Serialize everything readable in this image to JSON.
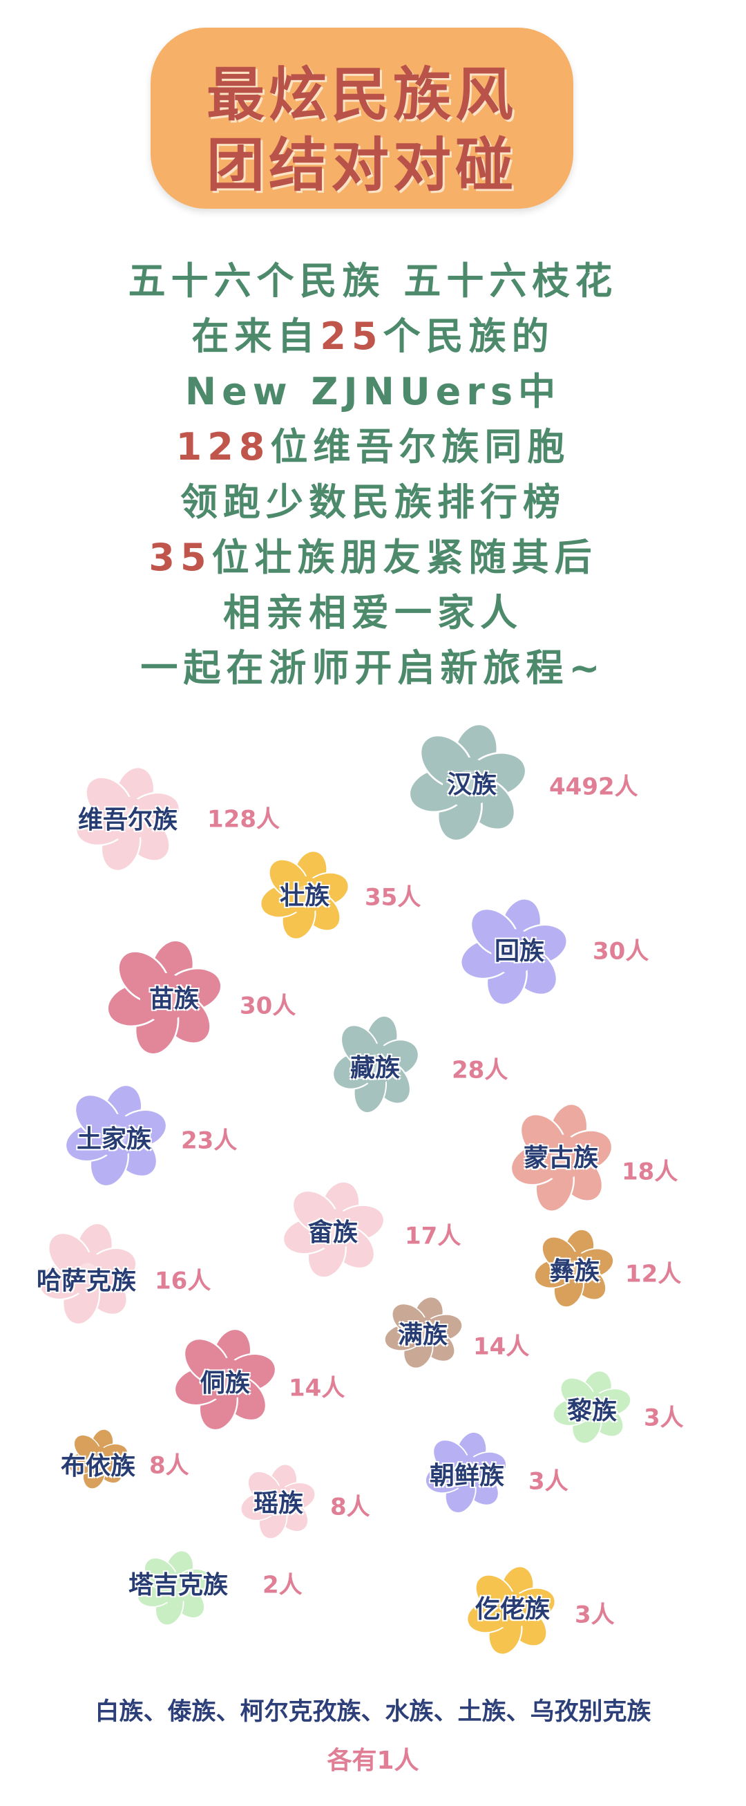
{
  "title": {
    "line1": "最炫民族风",
    "line2": "团结对对碰"
  },
  "intro": {
    "line1": "五十六个民族 五十六枝花",
    "line2_pre": "在来自",
    "line2_num": "25",
    "line2_post": "个民族的",
    "line3": "New ZJNUers中",
    "line4_num": "128",
    "line4_post": "位维吾尔族同胞",
    "line5": "领跑少数民族排行榜",
    "line6_num": "35",
    "line6_post": "位壮族朋友紧随其后",
    "line7": "相亲相爱一家人",
    "line8": "一起在浙师开启新旅程~"
  },
  "groups": [
    {
      "name": "汉族",
      "count": "4492人",
      "color": "#a6c2be"
    },
    {
      "name": "维吾尔族",
      "count": "128人",
      "color": "#f8d3d9"
    },
    {
      "name": "壮族",
      "count": "35人",
      "color": "#f6c34e"
    },
    {
      "name": "回族",
      "count": "30人",
      "color": "#b7b1f3"
    },
    {
      "name": "苗族",
      "count": "30人",
      "color": "#e2879a"
    },
    {
      "name": "藏族",
      "count": "28人",
      "color": "#a6c2be"
    },
    {
      "name": "土家族",
      "count": "23人",
      "color": "#b7b1f3"
    },
    {
      "name": "蒙古族",
      "count": "18人",
      "color": "#eca99f"
    },
    {
      "name": "畲族",
      "count": "17人",
      "color": "#f8d3d9"
    },
    {
      "name": "哈萨克族",
      "count": "16人",
      "color": "#f8d3d9"
    },
    {
      "name": "彝族",
      "count": "12人",
      "color": "#d9a05c"
    },
    {
      "name": "满族",
      "count": "14人",
      "color": "#c9a996"
    },
    {
      "name": "侗族",
      "count": "14人",
      "color": "#e2879a"
    },
    {
      "name": "黎族",
      "count": "3人",
      "color": "#c9eec3"
    },
    {
      "name": "布依族",
      "count": "8人",
      "color": "#d9a05c"
    },
    {
      "name": "瑶族",
      "count": "8人",
      "color": "#f8d3d9"
    },
    {
      "name": "朝鲜族",
      "count": "3人",
      "color": "#b7b1f3"
    },
    {
      "name": "塔吉克族",
      "count": "2人",
      "color": "#c9eec3"
    },
    {
      "name": "仡佬族",
      "count": "3人",
      "color": "#f6c34e"
    }
  ],
  "footer": {
    "line1": "白族、傣族、柯尔克孜族、水族、土族、乌孜别克族",
    "line2": "各有1人"
  }
}
